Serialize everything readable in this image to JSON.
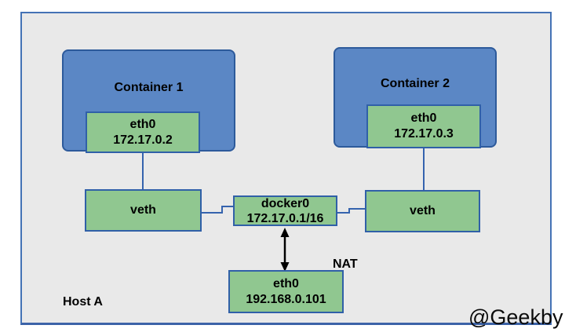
{
  "diagram": {
    "host": {
      "label": "Host A"
    },
    "watermark": "@Geekby",
    "nat_label": "NAT",
    "container1": {
      "label": "Container 1",
      "iface": {
        "name": "eth0",
        "ip": "172.17.0.2"
      }
    },
    "container2": {
      "label": "Container 2",
      "iface": {
        "name": "eth0",
        "ip": "172.17.0.3"
      }
    },
    "veth_left": {
      "label": "veth"
    },
    "veth_right": {
      "label": "veth"
    },
    "docker0": {
      "name": "docker0",
      "ip": "172.17.0.1/16"
    },
    "host_eth0": {
      "name": "eth0",
      "ip": "192.168.0.101"
    }
  },
  "colors": {
    "container_fill": "#5b87c5",
    "container_border": "#2d5a9b",
    "interface_fill": "#90c790",
    "interface_border": "#3060a8",
    "frame_border": "#4472b5",
    "frame_background": "#e9e9e9",
    "connector_line": "#3563ae",
    "arrow": "#000000"
  }
}
